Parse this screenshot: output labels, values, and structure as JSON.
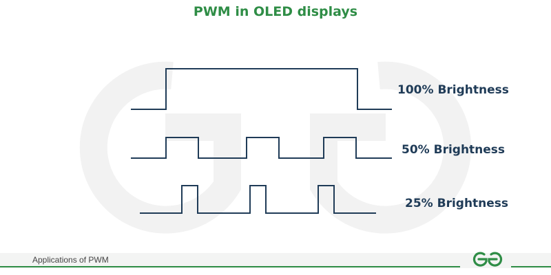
{
  "title": "PWM in OLED displays",
  "signals": [
    {
      "label": "100% Brightness",
      "duty_cycle_percent": 100
    },
    {
      "label": "50% Brightness",
      "duty_cycle_percent": 50
    },
    {
      "label": "25% Brightness",
      "duty_cycle_percent": 25
    }
  ],
  "footer": {
    "text": "Applications of PWM"
  },
  "colors": {
    "accent": "#2f8d46",
    "wave": "#1f3b57",
    "label": "#1f3b57"
  },
  "logo_icon": "geeksforgeeks-logo-icon"
}
